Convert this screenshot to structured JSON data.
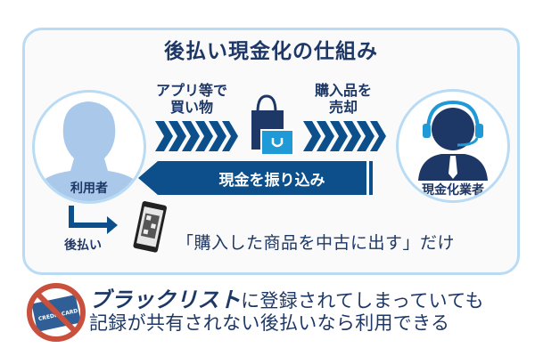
{
  "title": "後払い現金化の仕組み",
  "user": {
    "label": "利用者"
  },
  "dealer": {
    "label": "現金化業者"
  },
  "step_buy": {
    "line1": "アプリ等で",
    "line2": "買い物"
  },
  "step_sell": {
    "line1": "購入品を",
    "line2": "売却"
  },
  "transfer": {
    "label": "現金を振り込み"
  },
  "deferred_payment": {
    "label": "後払い"
  },
  "summary": "「購入した商品を中古に出す」だけ",
  "notice": {
    "highlight": "ブラックリスト",
    "line1_rest": "に登録されてしまっていても",
    "line2": "記録が共有されない後払いなら利用できる"
  },
  "card_text": "CREDIT CARD",
  "colors": {
    "navy": "#1d3766",
    "blue": "#0c4f8a",
    "light_blue": "#b9dcf4",
    "bag_cyan": "#1f9ad6",
    "prohibit_red": "#c8503c"
  }
}
